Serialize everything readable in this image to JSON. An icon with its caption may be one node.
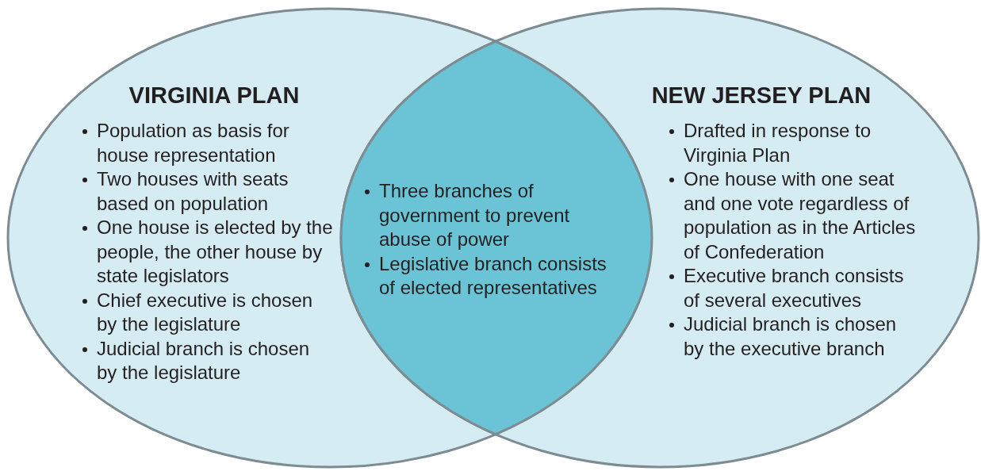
{
  "diagram": {
    "nodes": [
      {
        "text": [
          "VIRGINIA PLAN",
          "Population as basis for house representation",
          "Two houses with seats based on population",
          "One house is elected by the people, the other house by state legislators",
          "Chief executive is chosen by the legislature",
          "Judicial branch is chosen by the legislature"
        ]
      },
      {
        "text": [
          "NEW JERSEY PLAN",
          "Drafted in response to Virginia Plan",
          "One house with one seat and one vote regardless of population as in the Articles of Confederation",
          "Executive branch consists of several executives",
          "Judicial branch is chosen by the executive branch"
        ]
      },
      {
        "text": [
          "Three branches of government to prevent abuse of power",
          "Legislative branch consists of elected representatives"
        ]
      }
    ]
  }
}
